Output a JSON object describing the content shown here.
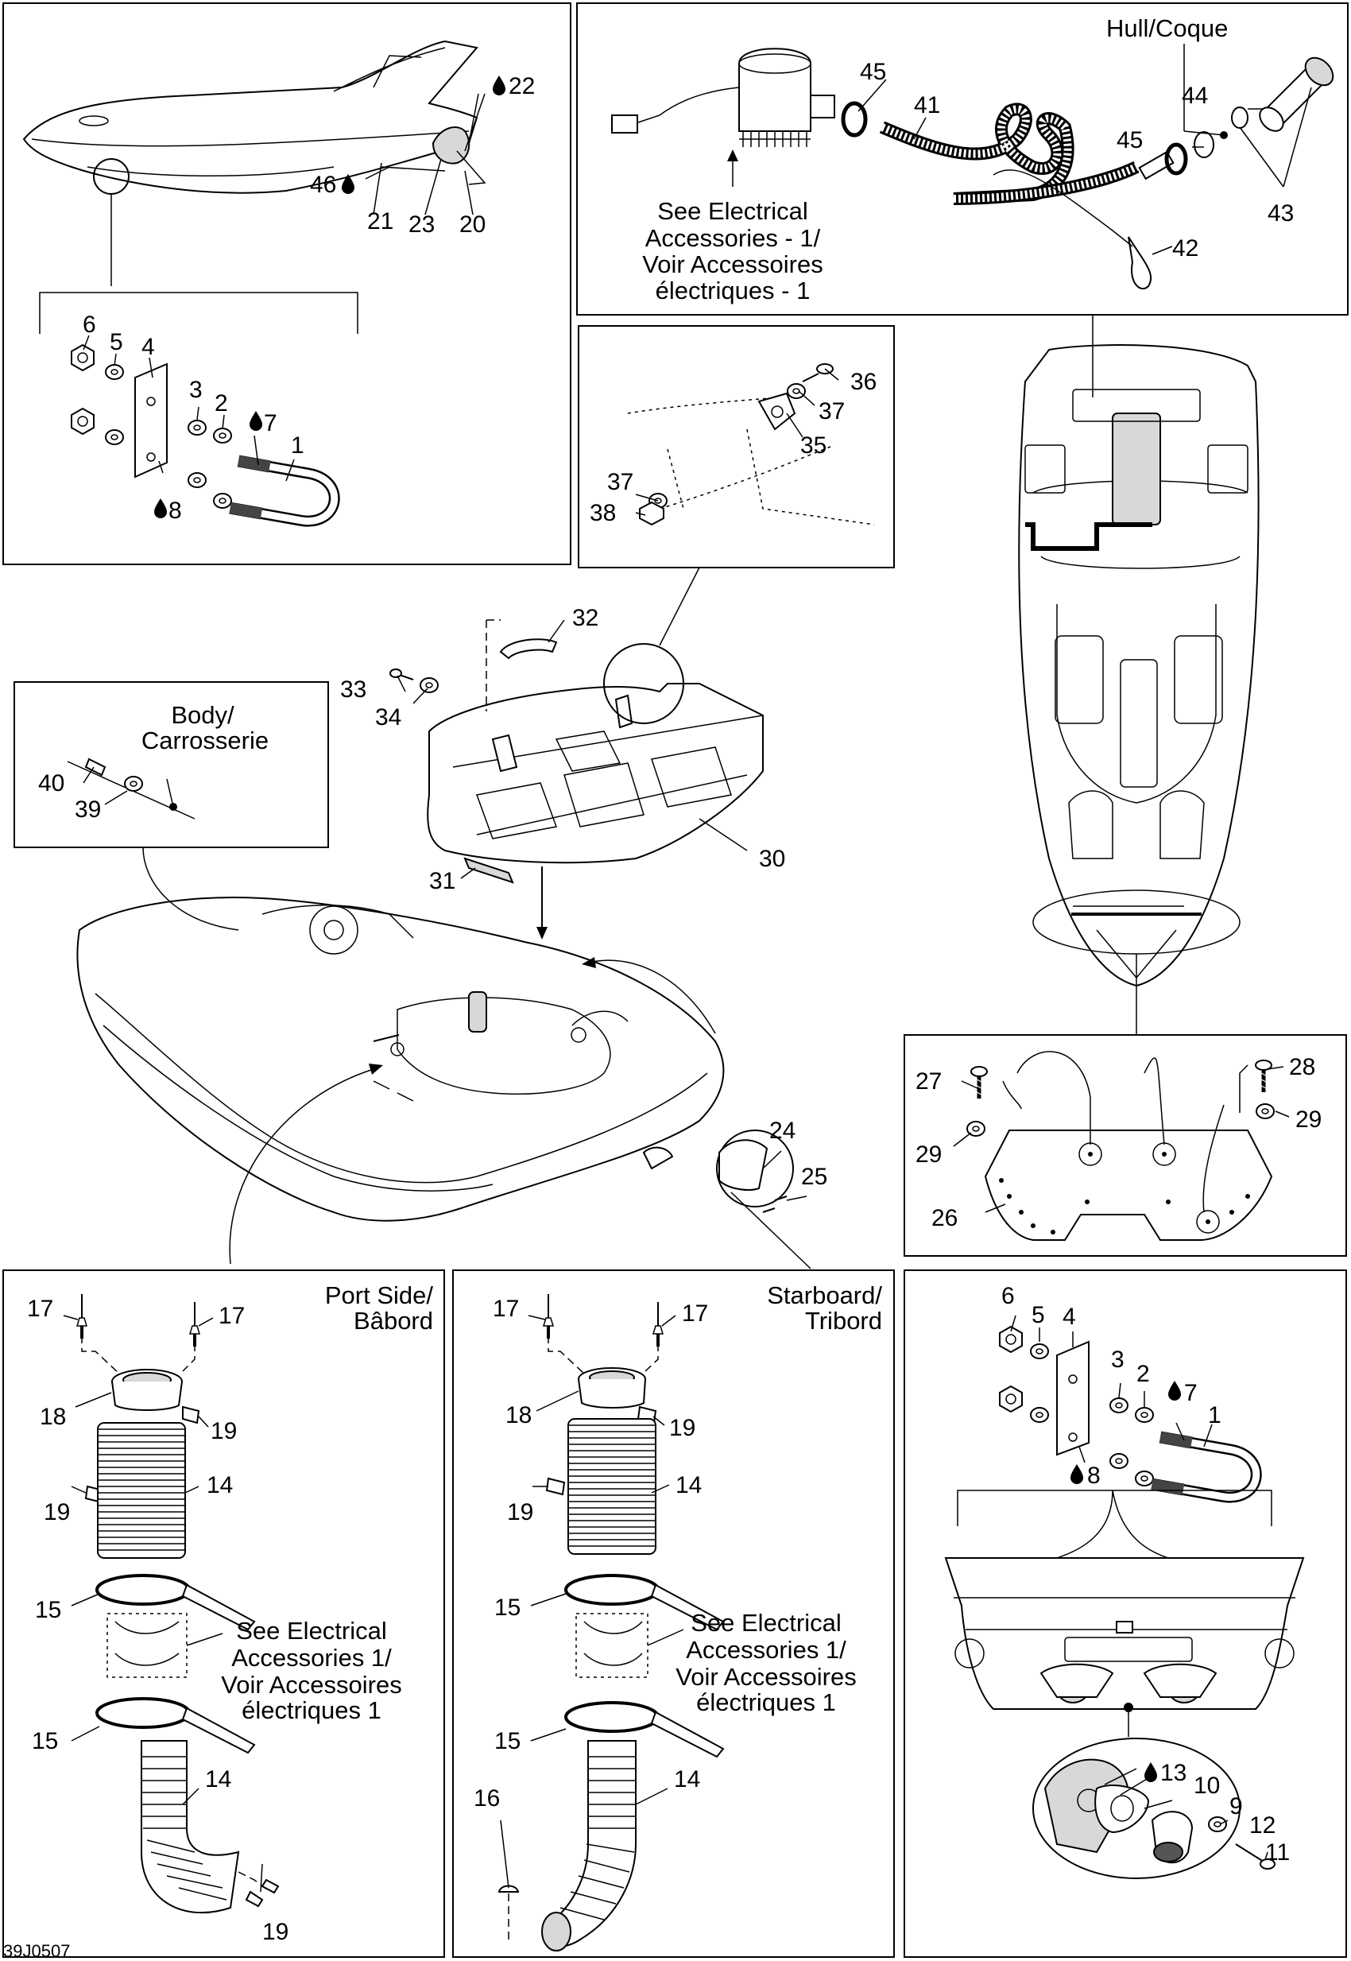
{
  "callouts": {
    "n1": "1",
    "n2": "2",
    "n3": "3",
    "n4": "4",
    "n5": "5",
    "n6": "6",
    "n7": "7",
    "n8": "8",
    "n9": "9",
    "n10": "10",
    "n11": "11",
    "n12": "12",
    "n13": "13",
    "n14": "14",
    "n15": "15",
    "n16": "16",
    "n17": "17",
    "n18": "18",
    "n19": "19",
    "n20": "20",
    "n21": "21",
    "n22": "22",
    "n23": "23",
    "n24": "24",
    "n25": "25",
    "n26": "26",
    "n27": "27",
    "n28": "28",
    "n29": "29",
    "n30": "30",
    "n31": "31",
    "n32": "32",
    "n33": "33",
    "n34": "34",
    "n35": "35",
    "n36": "36",
    "n37": "37",
    "n38": "38",
    "n39": "39",
    "n40": "40",
    "n41": "41",
    "n42": "42",
    "n43": "43",
    "n44": "44",
    "n45": "45",
    "n46": "46"
  },
  "labels": {
    "hull_coque": "Hull/Coque",
    "body_line1": "Body/",
    "body_line2": "Carrosserie",
    "port_line1": "Port Side/",
    "port_line2": "Bâbord",
    "starboard_line1": "Starboard/",
    "starboard_line2": "Tribord",
    "see_elec_top": [
      "See Electrical",
      "Accessories - 1/",
      "Voir Accessoires",
      "électriques - 1"
    ],
    "see_elec_port": [
      "See Electrical",
      "Accessories 1/",
      "Voir Accessoires",
      "électriques 1"
    ],
    "see_elec_starboard": [
      "See Electrical",
      "Accessories 1/",
      "Voir Accessoires",
      "électriques 1"
    ],
    "drawing_number": "39J0507"
  },
  "icons": [
    "oil-drop-icon"
  ]
}
